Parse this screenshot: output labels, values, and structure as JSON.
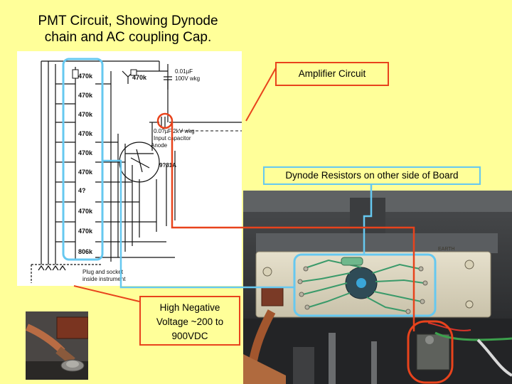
{
  "slide": {
    "title": "PMT Circuit, Showing Dynode chain and AC coupling Cap."
  },
  "schematic": {
    "resistors": [
      "470k",
      "470k",
      "470k",
      "470k",
      "470k",
      "470k",
      "4?",
      "470k",
      "470k",
      "806k"
    ],
    "load_resistor": "470k",
    "coupling_cap": [
      "0.01µF",
      "100V wkg"
    ],
    "input_cap": [
      "0.0?µF  2kV wkg",
      "Input capacitor"
    ],
    "anode_label": "Anode",
    "tube_label": "9?81A",
    "plug_label": [
      "Plug and socket",
      "inside instrument"
    ]
  },
  "callouts": {
    "amplifier": "Amplifier Circuit",
    "dynode_resistors": "Dynode Resistors on other side of Board",
    "high_voltage": [
      "High Negative",
      "Voltage ~200 to",
      "900VDC"
    ]
  },
  "photo": {
    "board_label": "EARTH"
  },
  "colors": {
    "background": "#FFFF99",
    "red_accent": "#E8431C",
    "blue_accent": "#66C8F0"
  }
}
